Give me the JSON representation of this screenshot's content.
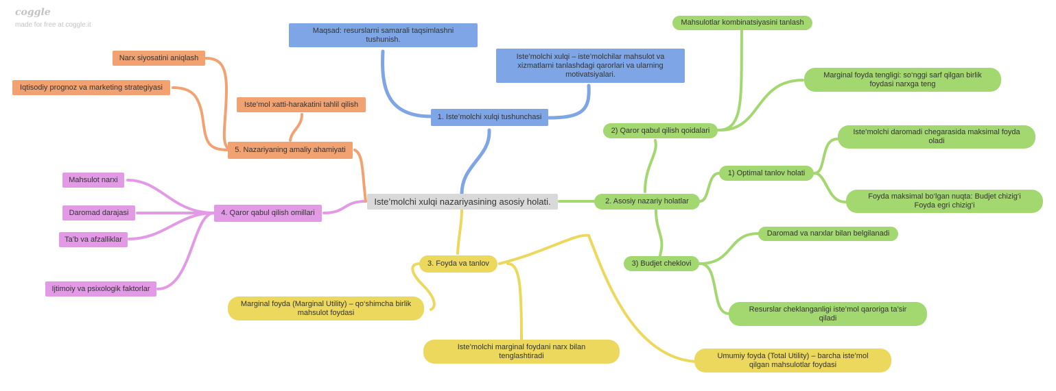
{
  "brand": {
    "logo": "coggle",
    "tagline": "made for free at coggle.it"
  },
  "center": {
    "label": "Iste’molchi xulqi nazariyasining asosiy holati."
  },
  "blue": {
    "main": "1. Iste’molchi xulqi tushunchasi",
    "goal": "Maqsad: resurslarni samarali taqsimlashni tushunish.",
    "definition": "Iste’molchi xulqi – iste’molchilar mahsulot va xizmatlarni tanlashdagi qarorlari va ularning motivatsiyalari."
  },
  "green": {
    "main": "2. Asosiy nazariy holatlar",
    "optimal": "1) Optimal tanlov holati",
    "optimal_a": "Iste’molchi daromadi chegarasida maksimal foyda oladi",
    "optimal_b": "Foyda maksimal bo‘lgan nuqta: Budjet chizig‘i Foyda egri chizig‘i",
    "rules": "2) Qaror qabul qilish qoidalari",
    "rules_a": "Mahsulotlar kombinatsiyasini tanlash",
    "rules_b": "Marginal foyda tengligi: so‘nggi sarf qilgan birlik foydasi narxga teng",
    "budget": "3) Budjet cheklovi",
    "budget_a": "Daromad va narxlar bilan belgilanadi",
    "budget_b": "Resurslar cheklanganligi iste’mol qaroriga ta’sir qiladi"
  },
  "yellow": {
    "main": "3. Foyda va tanlov",
    "marginal": "Marginal foyda (Marginal Utility) – qo‘shimcha birlik mahsulot foydasi",
    "equalize": "Iste’molchi marginal foydani narx bilan tenglashtiradi",
    "total": "Umumiy foyda (Total Utility) – barcha iste’mol qilgan mahsulotlar foydasi"
  },
  "pink": {
    "main": "4. Qaror qabul qilish omillari",
    "items": [
      "Mahsulot narxi",
      "Daromad darajasi",
      "Ta’b va afzalliklar",
      "Ijtimoiy va psixologik faktorlar"
    ]
  },
  "orange": {
    "main": "5. Nazariyaning amaliy ahamiyati",
    "analysis": "Iste’mol xatti-harakatini tahlil qilish",
    "pricing": "Narx siyosatini aniqlash",
    "forecast": "Iqtisodiy prognoz va marketing strategiyasi"
  },
  "colors": {
    "blue": "#7ea6e6",
    "orange": "#f2a271",
    "pink": "#e29ae6",
    "green": "#a3d770",
    "yellow": "#ecd85c",
    "gray": "#d9d9d9"
  }
}
